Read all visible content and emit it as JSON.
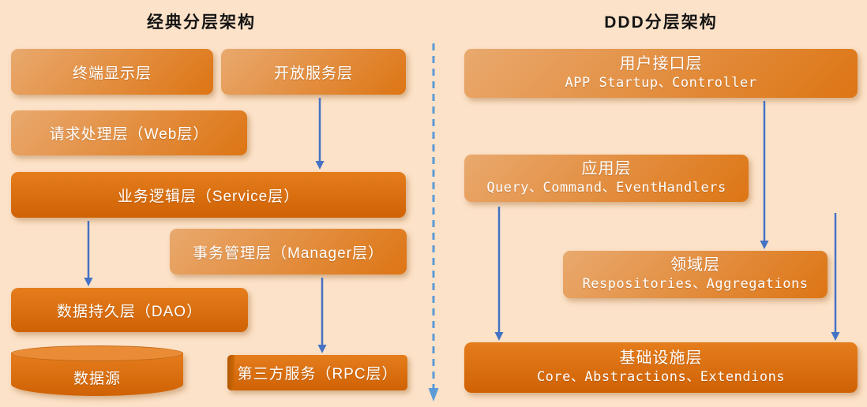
{
  "colors": {
    "bg": "#fce2c8",
    "arrow": "#4472c4",
    "divider": "#5b9bd5",
    "light-a": "#e9a96e",
    "light-b": "#dd7514",
    "deep-a": "#e57d1d",
    "deep-b": "#cf6204",
    "cyl-top": "#ea8c36",
    "spine": "#b05600"
  },
  "titles": {
    "left": "经典分层架构",
    "right": "DDD分层架构"
  },
  "classic": {
    "boxes": [
      {
        "label": "终端显示层"
      },
      {
        "label": "开放服务层"
      },
      {
        "label": "请求处理层（Web层）"
      },
      {
        "label": "业务逻辑层（Service层）"
      },
      {
        "label": "事务管理层（Manager层）"
      },
      {
        "label": "数据持久层（DAO）"
      },
      {
        "label": "数据源"
      },
      {
        "label": "第三方服务（RPC层）"
      }
    ]
  },
  "ddd": {
    "boxes": [
      {
        "title": "用户接口层",
        "subtitle": "APP Startup、Controller"
      },
      {
        "title": "应用层",
        "subtitle": "Query、Command、EventHandlers"
      },
      {
        "title": "领域层",
        "subtitle": "Respositories、Aggregations"
      },
      {
        "title": "基础设施层",
        "subtitle": "Core、Abstractions、Extendions"
      }
    ]
  }
}
